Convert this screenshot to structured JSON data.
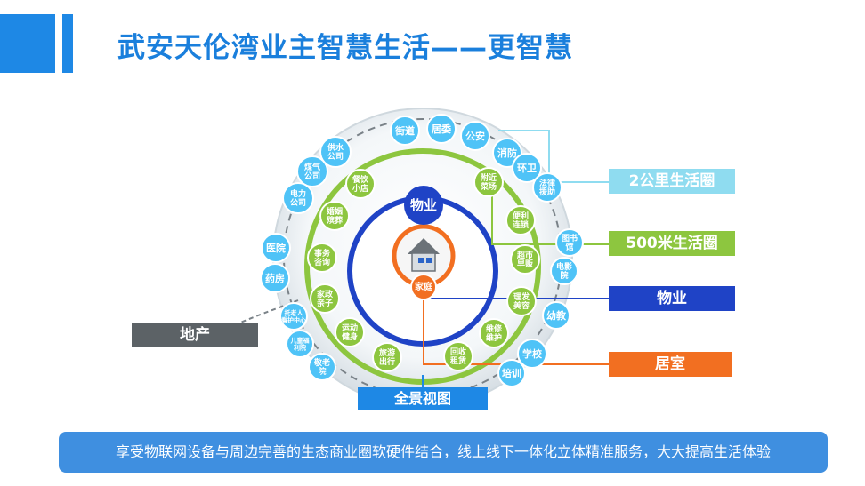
{
  "title": "武安天伦湾业主智慧生活——更智慧",
  "colors": {
    "accent_blue": "#1e88e5",
    "ring_green": "#8dc63f",
    "light_cyan": "#8fdcf0",
    "dark_blue": "#1f43c6",
    "orange": "#f26f21",
    "gray": "#5c6266",
    "bubble_blue": "#4fc3f7"
  },
  "center": {
    "home_label": "家庭",
    "property_label": "物业"
  },
  "outer_bubbles": [
    "街道",
    "居委",
    "公安",
    "消防",
    "环卫",
    "法律援助",
    "供水公司",
    "煤气公司",
    "电力公司",
    "医院",
    "药房",
    "托老人看护中心",
    "儿童福利院",
    "敬老院",
    "幼教",
    "学校",
    "培训",
    "电影院",
    "图书馆"
  ],
  "green_bubbles": [
    "餐饮小店",
    "婚姻殡葬",
    "事务咨询",
    "家政亲子",
    "运动健身",
    "旅游出行",
    "回收租赁",
    "维修维护",
    "理发美容",
    "超市早贩",
    "便利连锁",
    "附近菜场"
  ],
  "legend": {
    "life_2km": "2公里生活圈",
    "life_500m": "500米生活圈",
    "property": "物业",
    "residence": "居室",
    "real_estate": "地产",
    "panorama": "全景视图"
  },
  "footer": "享受物联网设备与周边完善的生态商业圈软硬件结合，线上线下一体化立体精准服务，大大提高生活体验"
}
